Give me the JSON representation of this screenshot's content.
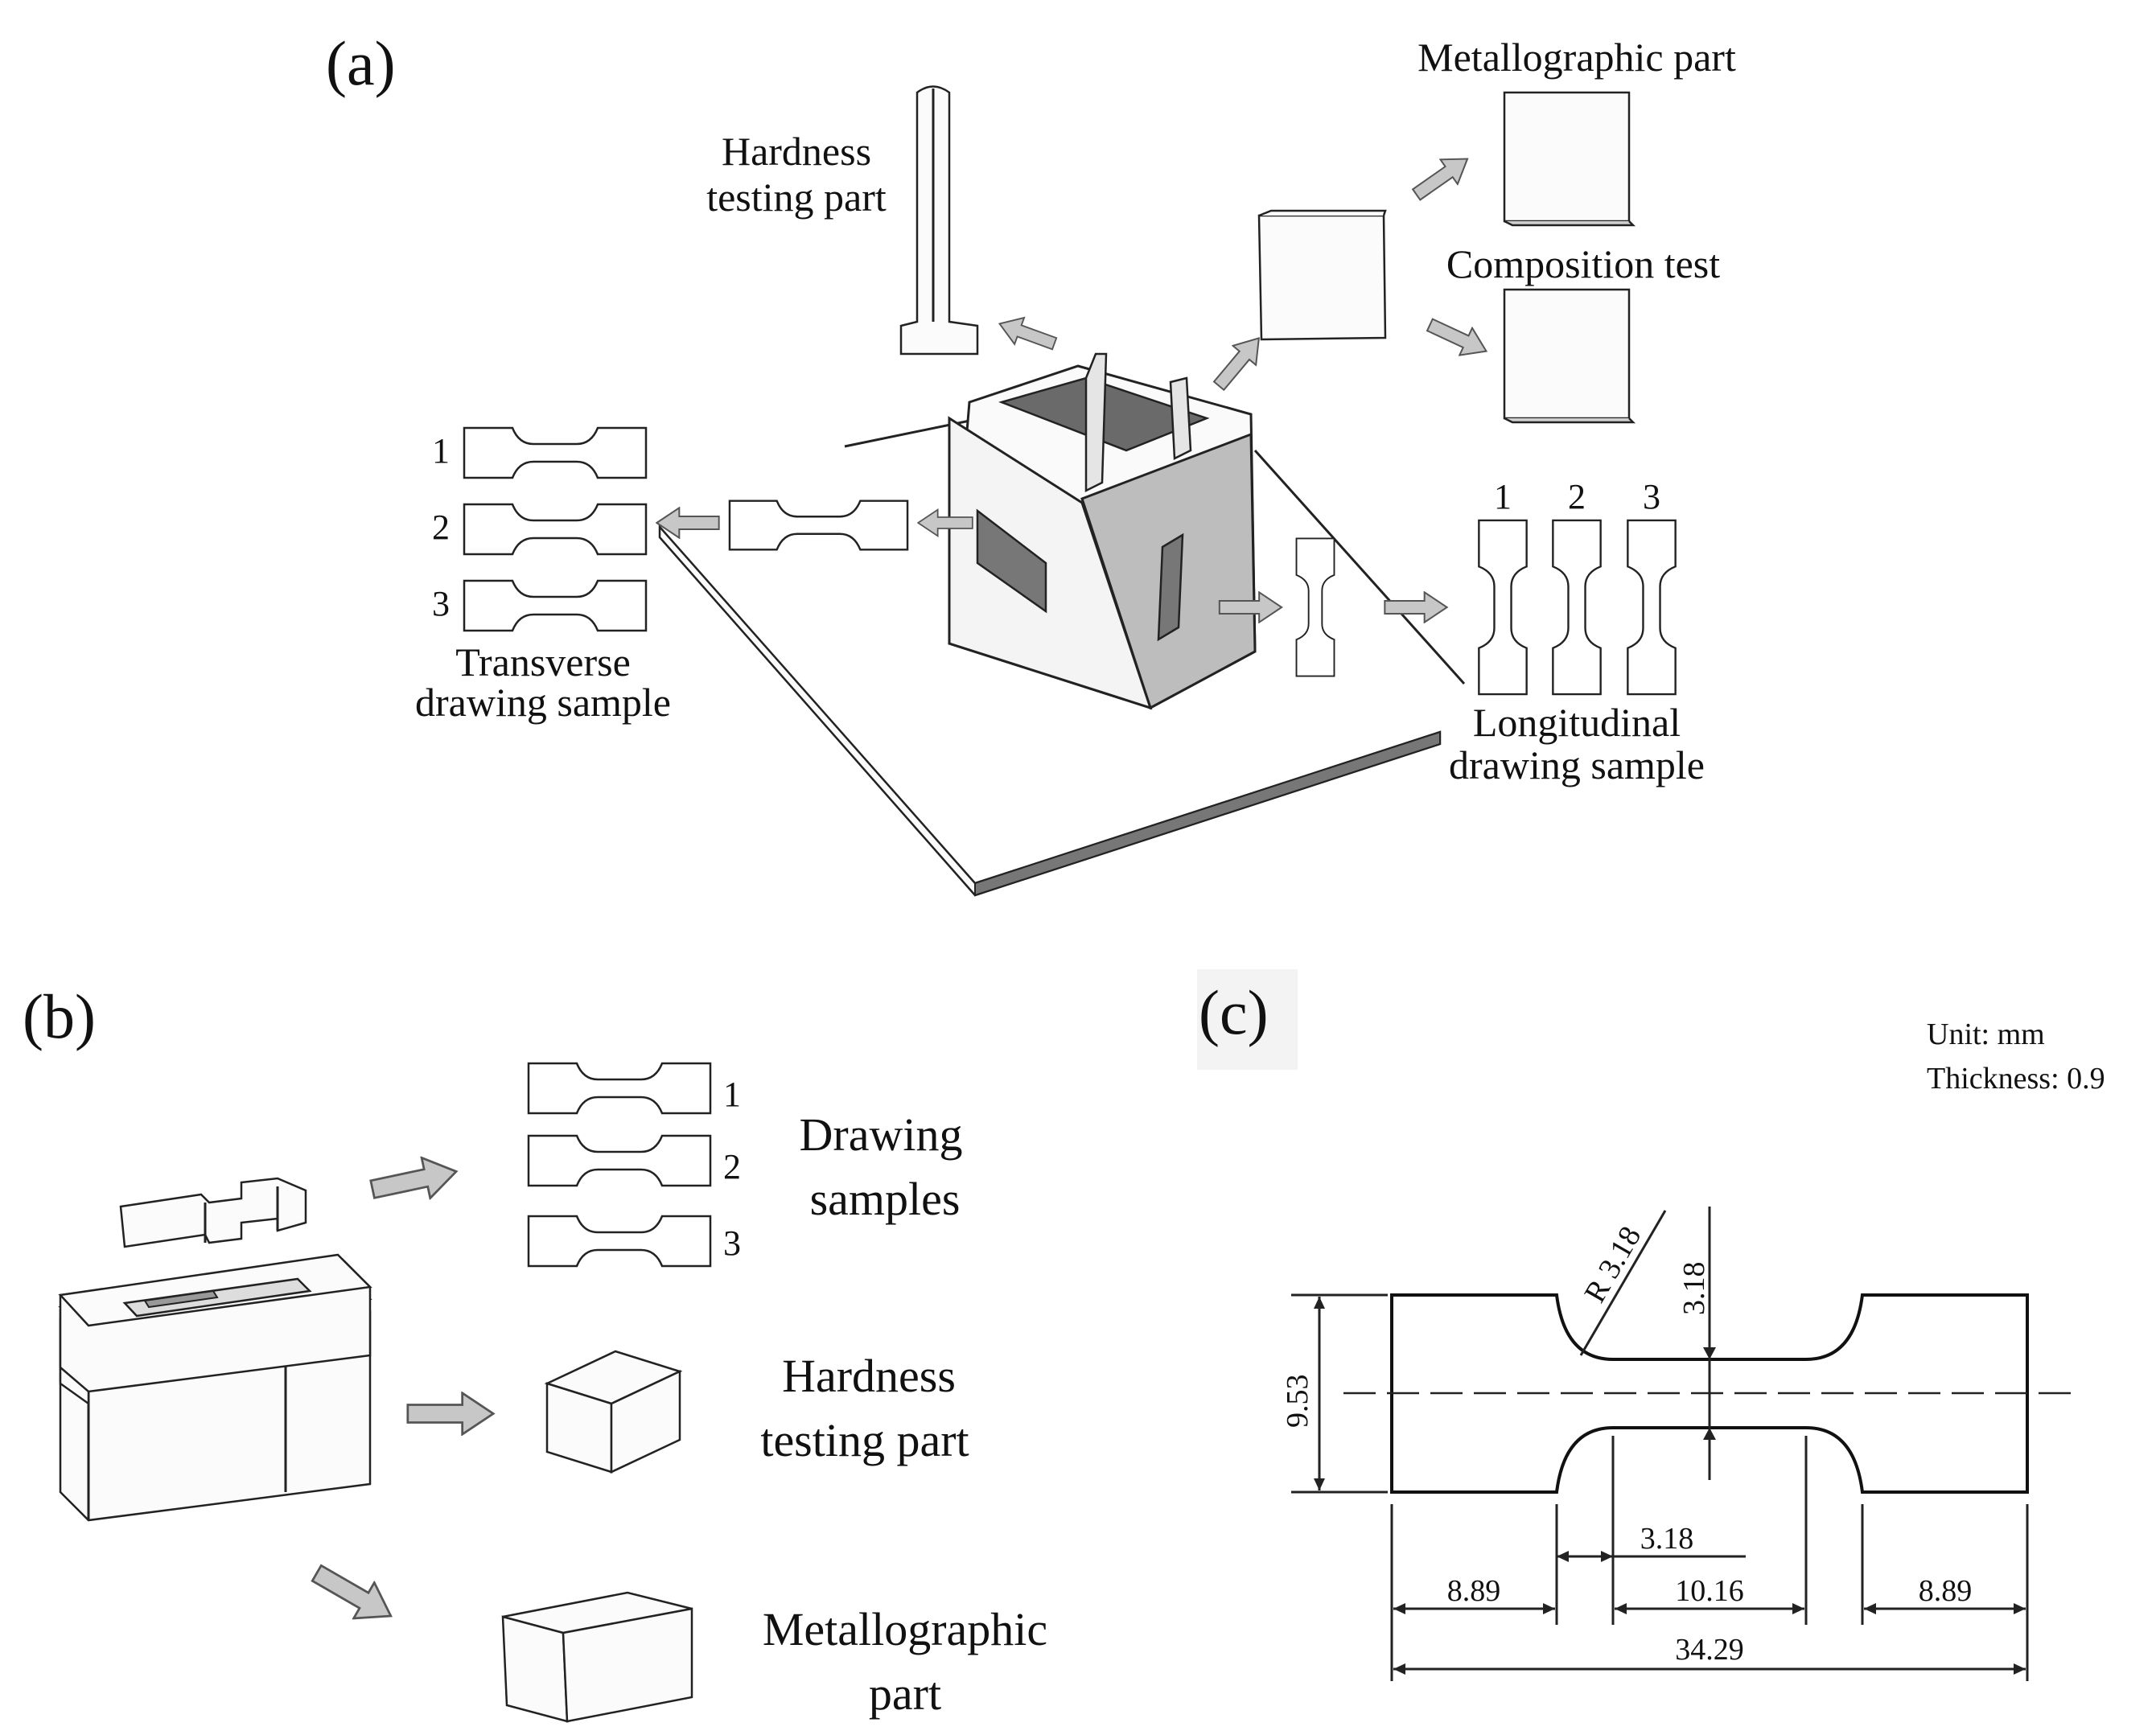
{
  "panel_a": {
    "label": "(a)",
    "hardness_label": [
      "Hardness",
      "testing part"
    ],
    "metallographic_label": "Metallographic part",
    "composition_label": "Composition test",
    "transverse_label": [
      "Transverse",
      "drawing sample"
    ],
    "longitudinal_label": [
      "Longitudinal",
      "drawing sample"
    ],
    "transverse_numbers": [
      "1",
      "2",
      "3"
    ],
    "longitudinal_numbers": [
      "1",
      "2",
      "3"
    ]
  },
  "panel_b": {
    "label": "(b)",
    "drawing_label": [
      "Drawing",
      "samples"
    ],
    "hardness_label": [
      "Hardness",
      "testing part"
    ],
    "metallographic_label": [
      "Metallographic",
      "part"
    ],
    "sample_numbers": [
      "1",
      "2",
      "3"
    ]
  },
  "panel_c": {
    "label": "(c)",
    "unit_note": "Unit: mm",
    "thickness_note": "Thickness: 0.9",
    "dimensions": {
      "radius": "R 3.18",
      "gauge_width": "3.18",
      "overall_width": "9.53",
      "fillet_offset": "3.18",
      "grip_left": "8.89",
      "gauge_length": "10.16",
      "grip_right": "8.89",
      "overall_length": "34.29"
    }
  }
}
